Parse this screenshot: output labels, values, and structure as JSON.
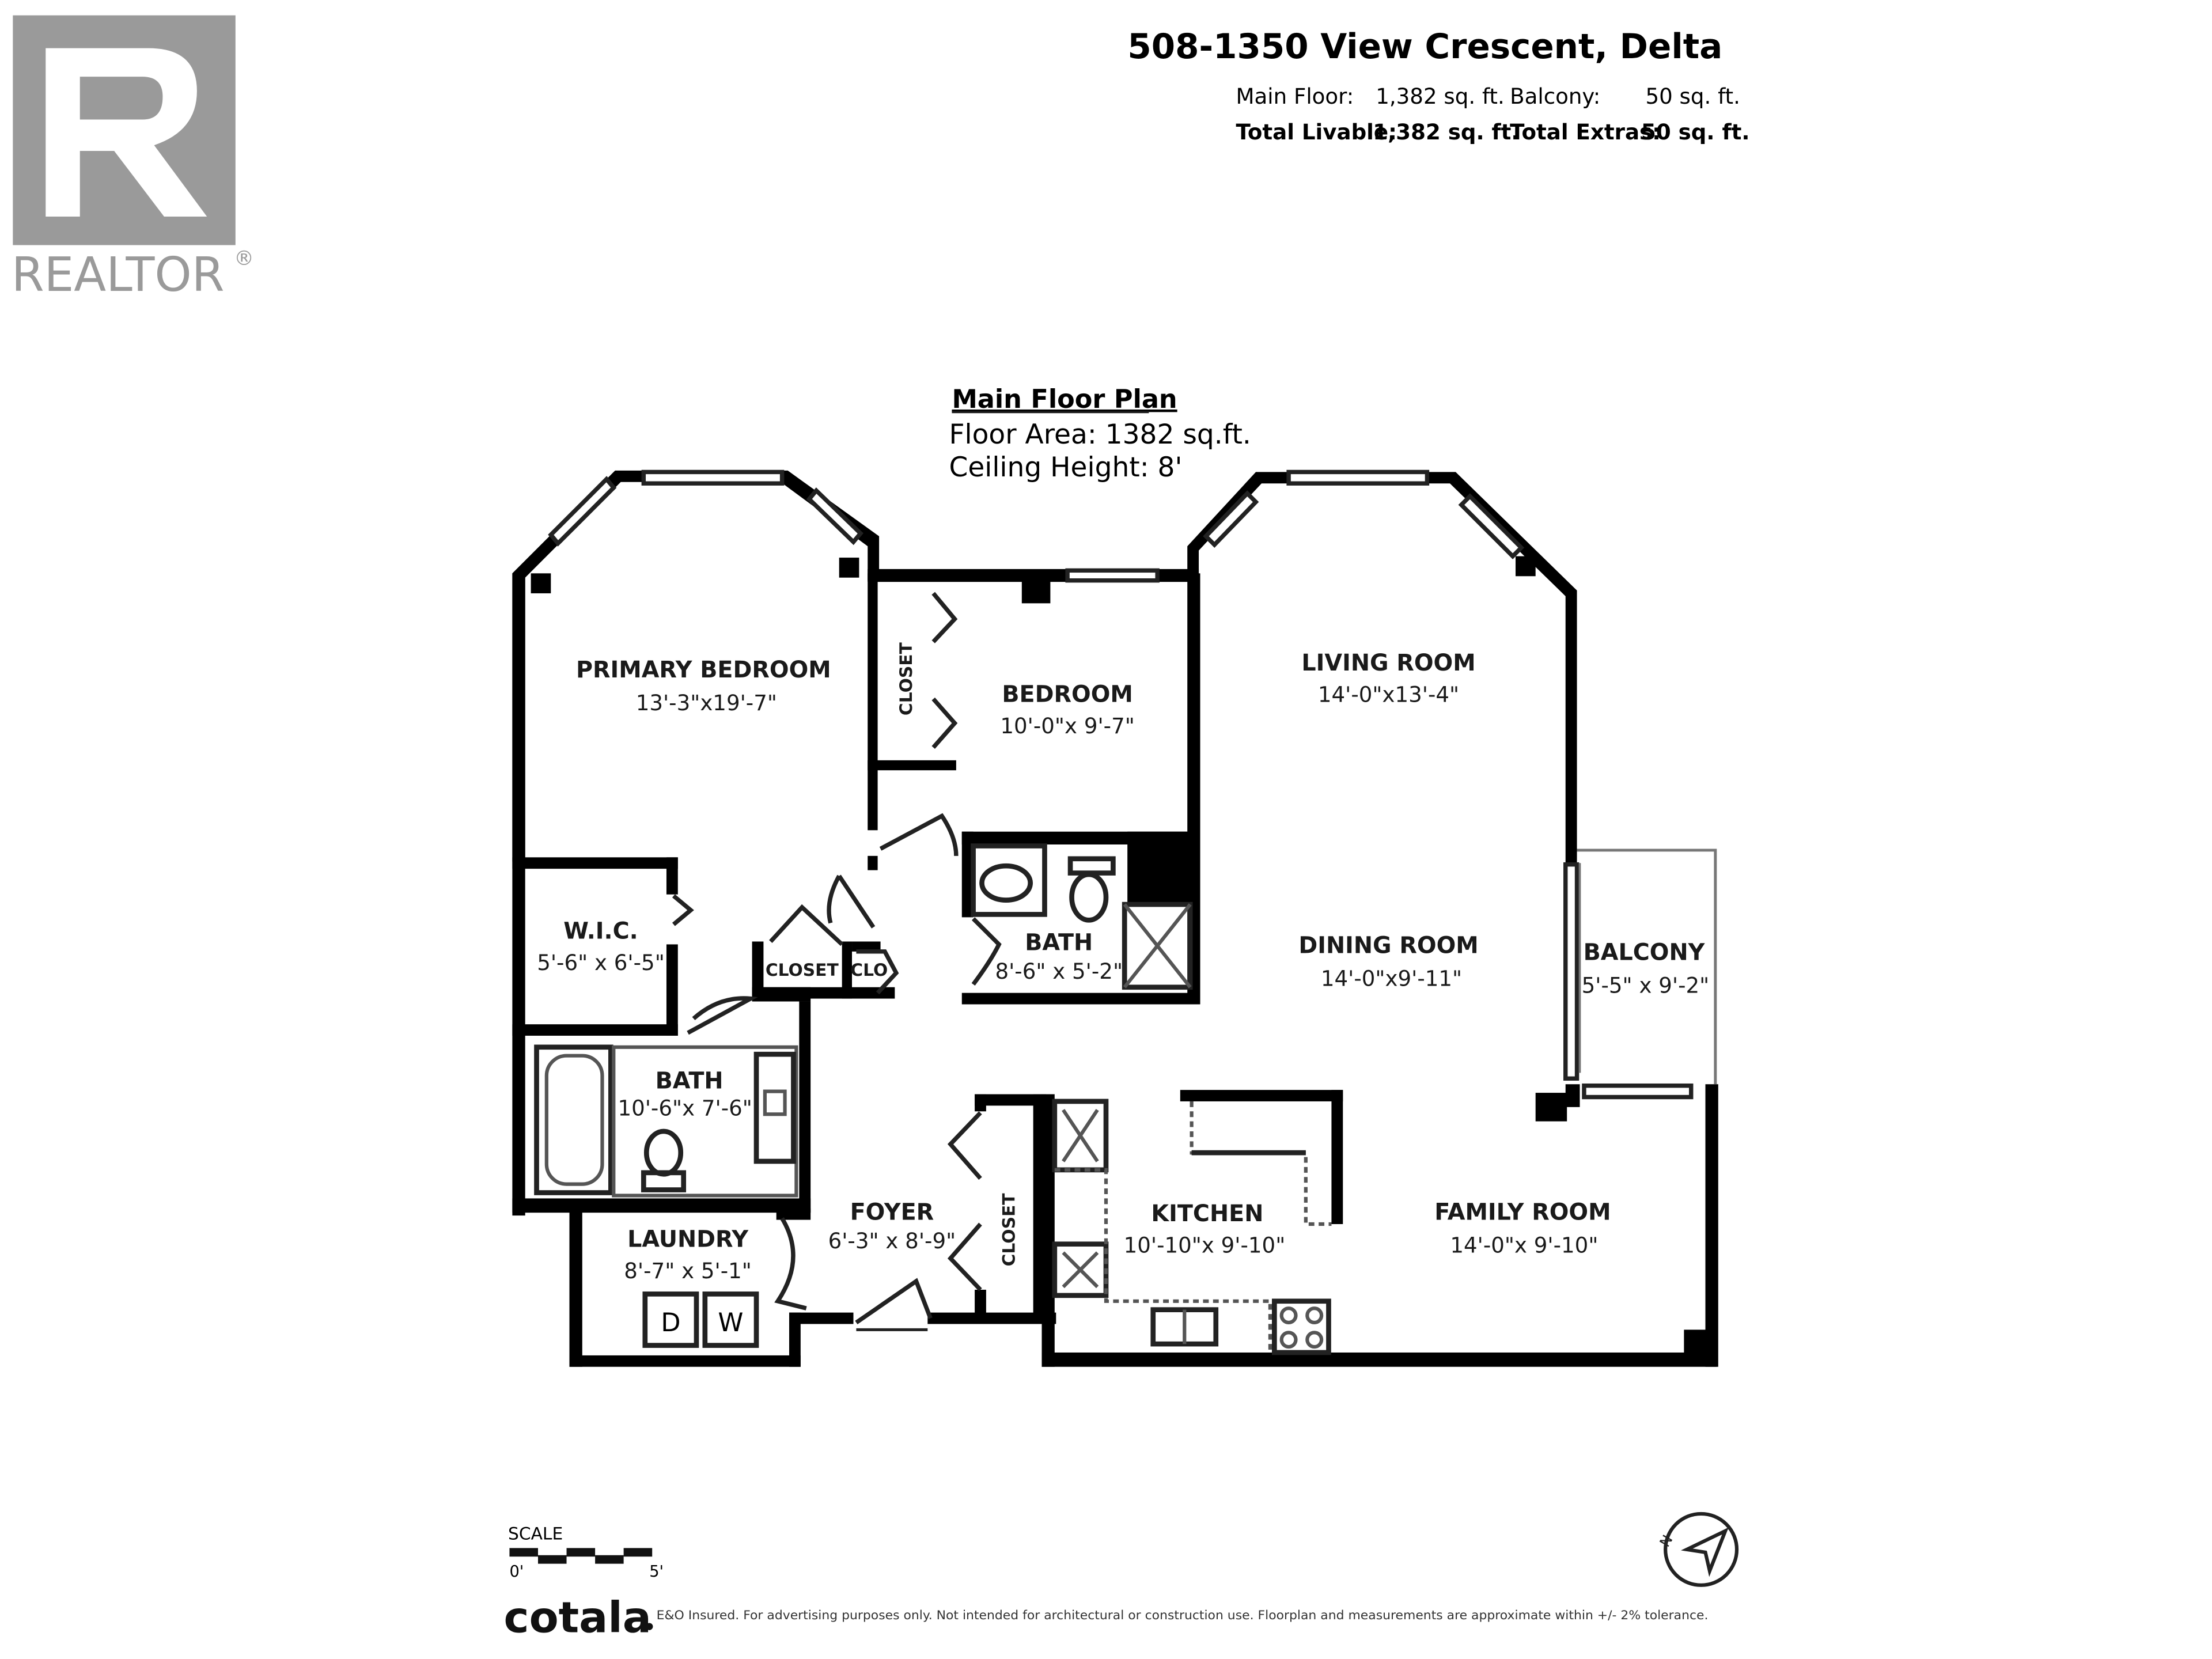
{
  "header": {
    "address": "508-1350 View Crescent, Delta",
    "main_floor_label": "Main Floor:",
    "main_floor_value": "1,382 sq. ft.",
    "balcony_label": "Balcony:",
    "balcony_value": "50 sq. ft.",
    "total_livable_label": "Total Livable:",
    "total_livable_value": "1,382 sq. ft.",
    "total_extras_label": "Total Extras:",
    "total_extras_value": "50 sq. ft."
  },
  "logo": {
    "text": "REALTOR",
    "mark": "®"
  },
  "plan_info": {
    "title": "Main Floor Plan",
    "floor_area": "Floor Area: 1382 sq.ft.",
    "ceiling_height": "Ceiling Height: 8'"
  },
  "rooms": {
    "primary_bedroom": {
      "name": "PRIMARY BEDROOM",
      "dims": "13'-3\"x19'-7\""
    },
    "bedroom": {
      "name": "BEDROOM",
      "dims": "10'-0\"x 9'-7\""
    },
    "closet_bedroom": {
      "name": "CLOSET"
    },
    "living_room": {
      "name": "LIVING ROOM",
      "dims": "14'-0\"x13'-4\""
    },
    "dining_room": {
      "name": "DINING ROOM",
      "dims": "14'-0\"x9'-11\""
    },
    "balcony": {
      "name": "BALCONY",
      "dims": "5'-5\" x 9'-2\""
    },
    "wic": {
      "name": "W.I.C.",
      "dims": "5'-6\" x 6'-5\""
    },
    "closet_hall": {
      "name": "CLOSET"
    },
    "clo": {
      "name": "CLO"
    },
    "bath_small": {
      "name": "BATH",
      "dims": "8'-6\" x 5'-2\""
    },
    "bath_main": {
      "name": "BATH",
      "dims": "10'-6\"x 7'-6\""
    },
    "laundry": {
      "name": "LAUNDRY",
      "dims": "8'-7\" x 5'-1\""
    },
    "dryer": "D",
    "washer": "W",
    "foyer": {
      "name": "FOYER",
      "dims": "6'-3\" x 8'-9\""
    },
    "closet_foyer": {
      "name": "CLOSET"
    },
    "kitchen": {
      "name": "KITCHEN",
      "dims": "10'-10\"x 9'-10\""
    },
    "family_room": {
      "name": "FAMILY ROOM",
      "dims": "14'-0\"x 9'-10\""
    }
  },
  "scale": {
    "label": "SCALE",
    "zero": "0'",
    "five": "5'"
  },
  "footer": {
    "brand": "cotala",
    "disclaimer": "E&O Insured. For advertising purposes only. Not intended for architectural or construction use. Floorplan and measurements are approximate within +/- 2% tolerance."
  },
  "icons": [
    "realtor-logo-icon",
    "north-compass-icon"
  ],
  "colors": {
    "walls": "#000000",
    "text": "#1a1a1a",
    "logo_gray": "#9a9a9a",
    "background": "#ffffff"
  }
}
